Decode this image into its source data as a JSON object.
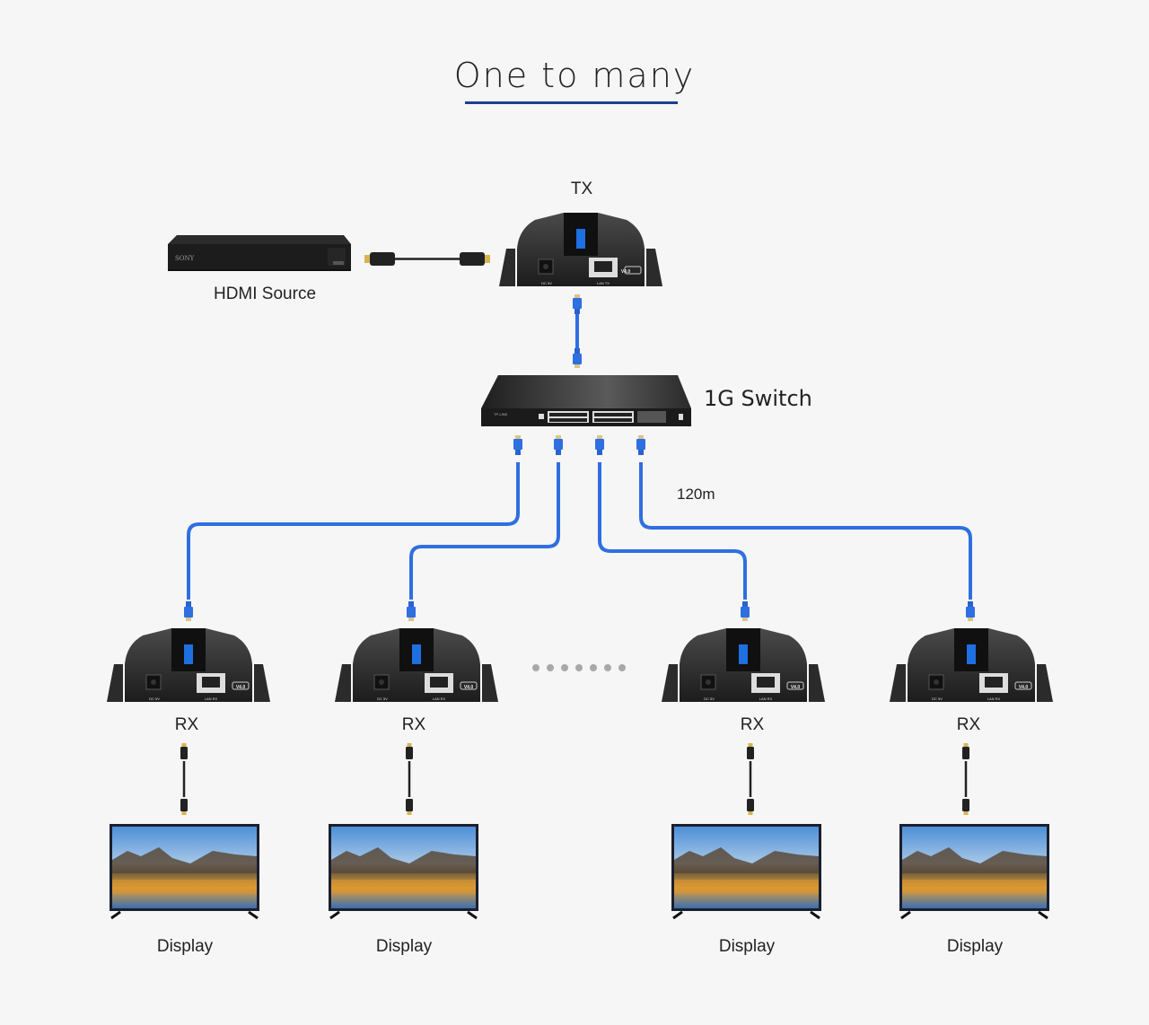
{
  "title": "One to many",
  "colors": {
    "accent": "#1e3f8f",
    "cable_blue": "#2f6fe0",
    "device_body": "#2a2a2a",
    "background": "#f6f6f6"
  },
  "source": {
    "label": "HDMI Source",
    "brand_text": "SONY"
  },
  "transmitter": {
    "label": "TX",
    "port_label": "LAN TX",
    "power_label": "DC 5V",
    "version_badge": "V4.0"
  },
  "switch": {
    "label": "1G Switch",
    "brand_text": "TP-LINK"
  },
  "cable_length_label": "120m",
  "ellipsis_dots": 7,
  "receivers": [
    {
      "label": "RX",
      "port_label": "LAN RX",
      "power_label": "DC 5V",
      "version_badge": "V4.0",
      "display_label": "Display"
    },
    {
      "label": "RX",
      "port_label": "LAN RX",
      "power_label": "DC 5V",
      "version_badge": "V4.0",
      "display_label": "Display"
    },
    {
      "label": "RX",
      "port_label": "LAN RX",
      "power_label": "DC 5V",
      "version_badge": "V4.0",
      "display_label": "Display"
    },
    {
      "label": "RX",
      "port_label": "LAN RX",
      "power_label": "DC 5V",
      "version_badge": "V4.0",
      "display_label": "Display"
    }
  ]
}
